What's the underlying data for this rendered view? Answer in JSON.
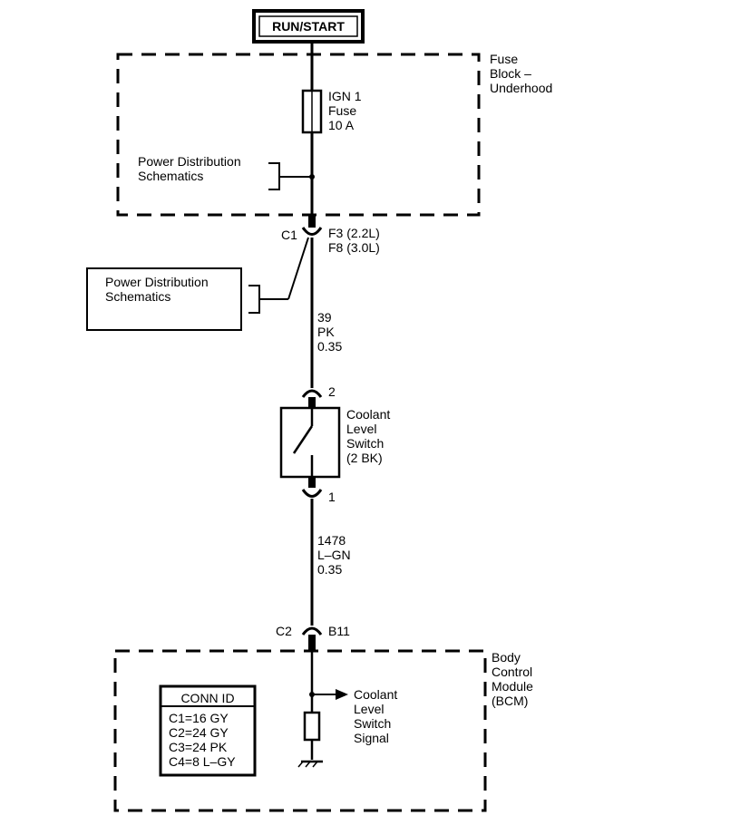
{
  "power_source": "RUN/START",
  "fuse_block": {
    "label_lines": [
      "Fuse",
      "Block –",
      "Underhood"
    ],
    "fuse_lines": [
      "IGN 1",
      "Fuse",
      "10 A"
    ],
    "power_dist_ref_lines": [
      "Power Distribution",
      "Schematics"
    ]
  },
  "connector_c1": {
    "name": "C1",
    "pins": [
      "F3 (2.2L)",
      "F8 (3.0L)"
    ]
  },
  "external_ref": {
    "lines": [
      "Power Distribution",
      "Schematics"
    ]
  },
  "wire_1": [
    "39",
    "PK",
    "0.35"
  ],
  "switch": {
    "pin_top": "2",
    "pin_bottom": "1",
    "label_lines": [
      "Coolant",
      "Level",
      "Switch",
      "(2 BK)"
    ]
  },
  "wire_2": [
    "1478",
    "L–GN",
    "0.35"
  ],
  "connector_c2": {
    "name": "C2",
    "pin": "B11"
  },
  "bcm": {
    "label_lines": [
      "Body",
      "Control",
      "Module",
      "(BCM)"
    ],
    "signal_lines": [
      "Coolant",
      "Level",
      "Switch",
      "Signal"
    ]
  },
  "conn_id": {
    "title": "CONN ID",
    "rows": [
      "C1=16 GY",
      "C2=24 GY",
      "C3=24 PK",
      "C4=8 L–GY"
    ]
  }
}
